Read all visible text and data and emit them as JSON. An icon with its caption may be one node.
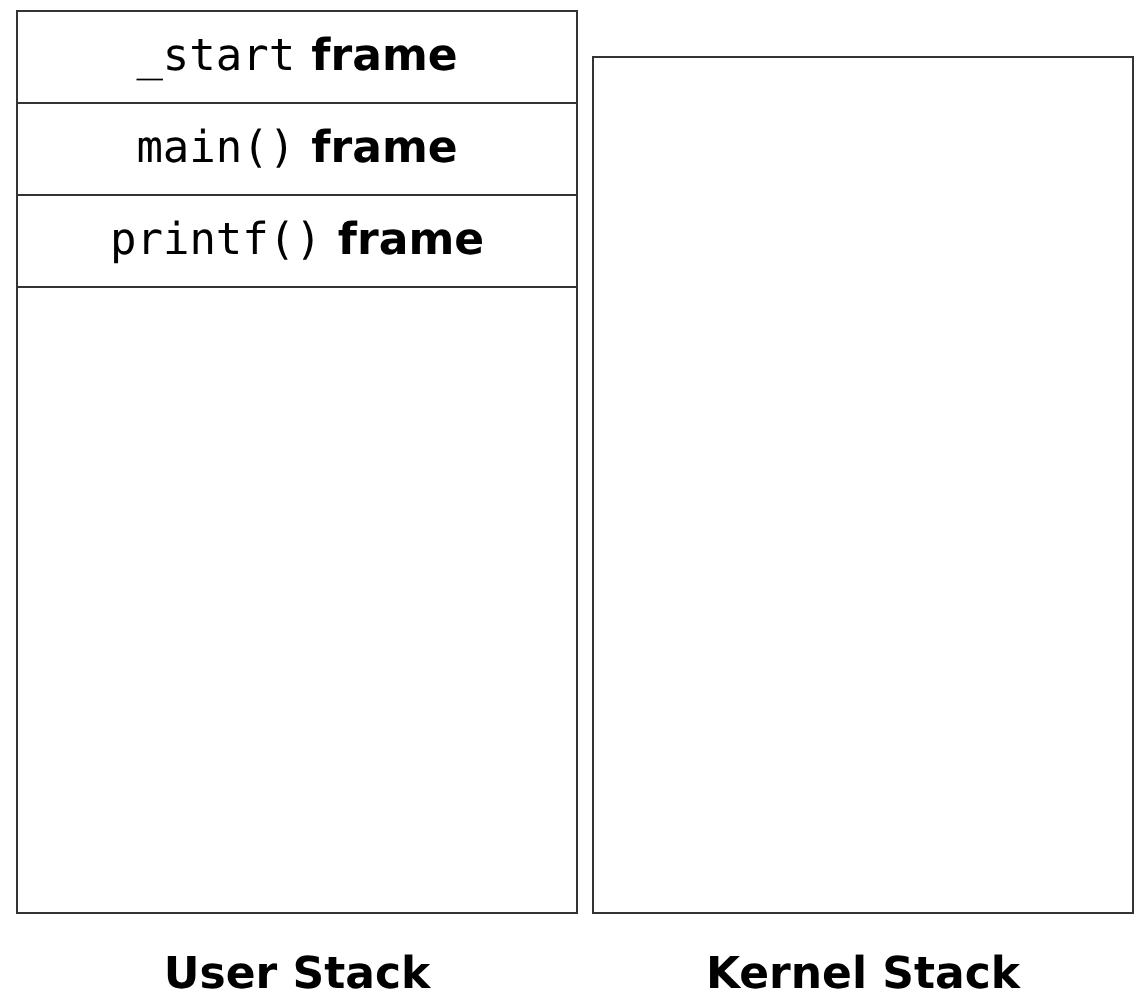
{
  "diagram": {
    "nodes": [
      {
        "text": [
          "User Stack"
        ]
      },
      {
        "text": [
          "_start",
          "frame"
        ],
        "in": 0
      },
      {
        "text": [
          "main()",
          "frame"
        ],
        "in": 0
      },
      {
        "text": [
          "printf()",
          "frame"
        ],
        "in": 0
      },
      {
        "text": [
          "Kernel Stack"
        ]
      }
    ]
  }
}
